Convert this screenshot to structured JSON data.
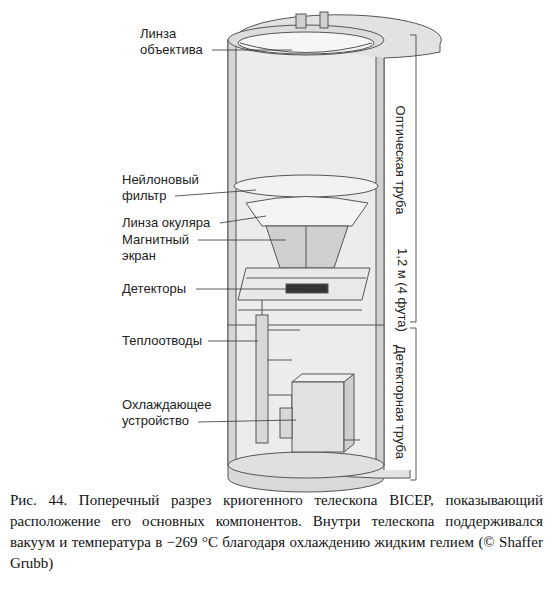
{
  "diagram": {
    "caption": "Рис. 44. Поперечный разрез криогенного телескопа BICEP, показывающий расположение его основных компонентов. Внутри телескопа поддерживался вакуум и температура в −269 °C благодаря охлаждению жидким гелием (© Shaffer Grubb)",
    "labels": [
      "Линза объектива",
      "Нейлоновый фильтр",
      "Линза окуляра",
      "Магнитный экран",
      "Детекторы",
      "Теплоотводы",
      "Охлаждающее устройство",
      "Оптическая труба",
      "1,2 м (4 фута)",
      "Детекторная труба"
    ]
  }
}
